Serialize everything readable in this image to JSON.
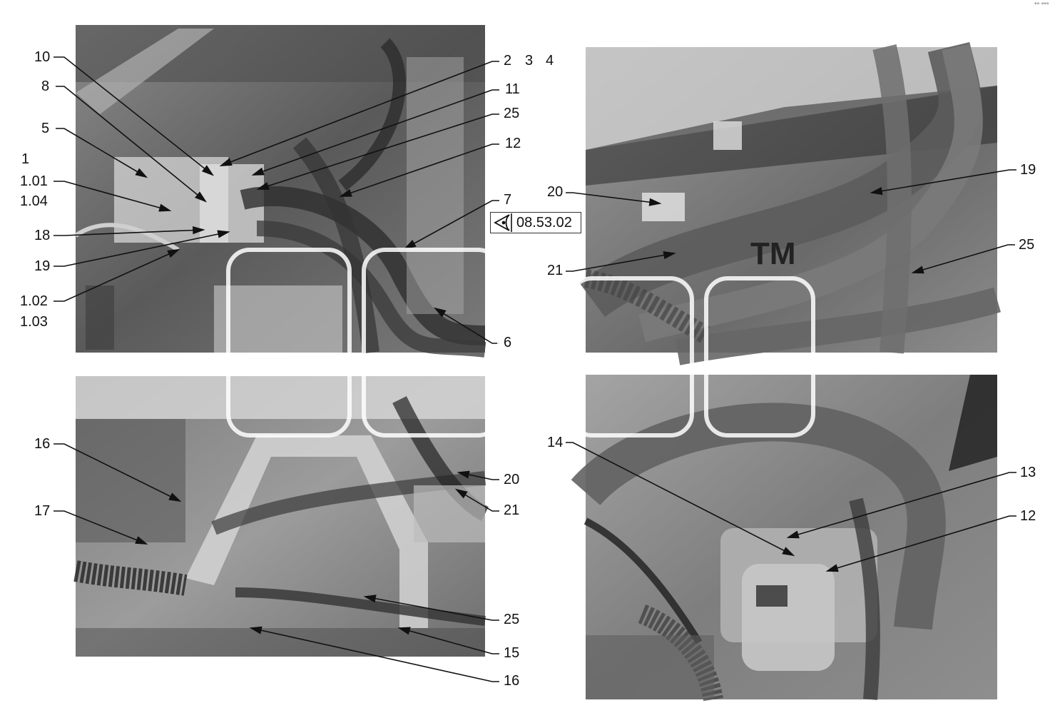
{
  "reference": {
    "text": "08.53.02",
    "icon": "eye-view-icon"
  },
  "watermark": {
    "tm": "TM"
  },
  "corner_mark": "°° °°°",
  "panels": {
    "top_left": {
      "labels": {
        "l10": "10",
        "l8": "8",
        "l5": "5",
        "l1": "1",
        "l101": "1.01",
        "l104": "1.04",
        "l18": "18",
        "l19": "19",
        "l102": "1.02",
        "l103": "1.03",
        "l2": "2",
        "l3": "3",
        "l4": "4",
        "l11": "11",
        "l25": "25",
        "l12": "12",
        "l7": "7",
        "l6": "6"
      }
    },
    "top_right": {
      "labels": {
        "l20": "20",
        "l21": "21",
        "l19": "19",
        "l25": "25"
      }
    },
    "bottom_left": {
      "labels": {
        "l16a": "16",
        "l17": "17",
        "l20": "20",
        "l21": "21",
        "l25": "25",
        "l15": "15",
        "l16b": "16"
      }
    },
    "bottom_right": {
      "labels": {
        "l14": "14",
        "l13": "13",
        "l12": "12"
      }
    }
  }
}
